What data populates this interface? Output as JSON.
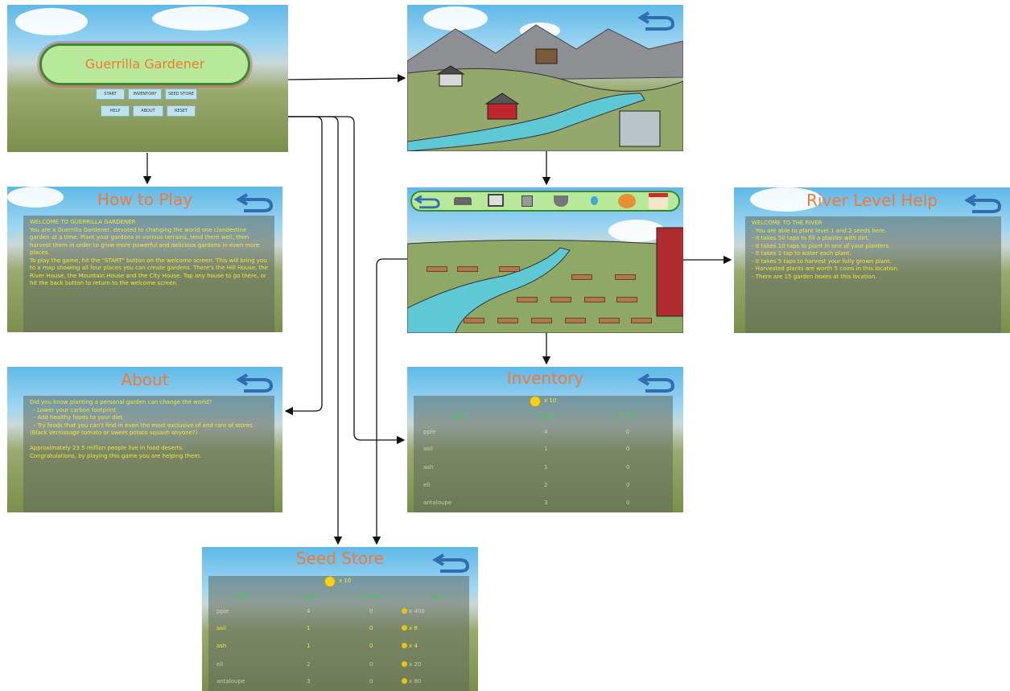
{
  "main_menu": {
    "title": "Guerrilla Gardener",
    "buttons": [
      "START",
      "INVENTORY",
      "SEED STORE",
      "HELP",
      "ABOUT",
      "RESET"
    ]
  },
  "how_to_play": {
    "title": "How to Play",
    "text": "WELCOME TO GUERRILLA GARDENER\nYou are a Guerrilla Gardener, devoted to changing the world one clandestine garden at a time. Plant your gardens in various terrains, tend them well, then harvest them in order to grow more powerful and delicious gardens in even more places.\nTo play the game, hit the \"START\" button on the welcome screen. This will bring you to a map showing all four places you can create gardens. There's the Hill House, the River House, the Mountain House and the City House. Tap any house to go there, or hit the back button to return to the welcome screen."
  },
  "about": {
    "title": "About",
    "text": "Did you know planting a personal garden can change the world?\n  - Lower your carbon footprint\n  - Add healthy foods to your diet\n  - Try foods that you can't find in even the most exclusive of and rare of stores (Black Vernissage tomato or sweet potato squash anyone?)\n\nApproximately 23.5 million people live in food deserts.\nCongratulations, by playing this game you are helping them."
  },
  "river_help": {
    "title": "River Level Help",
    "text": "WELCOME TO THE RIVER\n- You are able to plant level 1 and 2 seeds here.\n- It takes 50 taps to fill a planter with dirt.\n- It takes 10 taps to plant in one of your planters.\n- It takes 1 tap to water each plant.\n- It takes 5 taps to harvest your fully grown plant.\n- Harvested plants are worth 5 coins in this location.\n- There are 15 garden boxes at this location."
  },
  "inventory": {
    "title": "Inventory",
    "coins": "x 10",
    "headers": [
      "Seed",
      "Level",
      "In Stock"
    ],
    "rows": [
      [
        "pple",
        "4",
        "0"
      ],
      [
        "asil",
        "1",
        "0"
      ],
      [
        "ash",
        "1",
        "0"
      ],
      [
        "ell",
        "2",
        "0"
      ],
      [
        "antaloupe",
        "3",
        "0"
      ]
    ]
  },
  "seed_store": {
    "title": "Seed Store",
    "coins": "x 10",
    "headers": [
      "Seed",
      "Level",
      "In Stock",
      "Cost"
    ],
    "rows": [
      [
        "pple",
        "4",
        "0",
        "x 400"
      ],
      [
        "asil",
        "1",
        "0",
        "x 8"
      ],
      [
        "ash",
        "1",
        "0",
        "x 4"
      ],
      [
        "ell",
        "2",
        "0",
        "x 20"
      ],
      [
        "antaloupe",
        "3",
        "0",
        "x 80"
      ]
    ]
  },
  "icons": [
    "back-arrow-icon",
    "shovel-icon",
    "seed-packet-icon",
    "watering-can-icon",
    "basket-icon",
    "water-drop-icon",
    "coins-icon",
    "store-icon"
  ],
  "colors": {
    "title_orange": "#f07a35",
    "panel_text_yellow": "#f3e63a",
    "header_green": "#3fd04a",
    "back_arrow_blue": "#2f6fb0"
  }
}
